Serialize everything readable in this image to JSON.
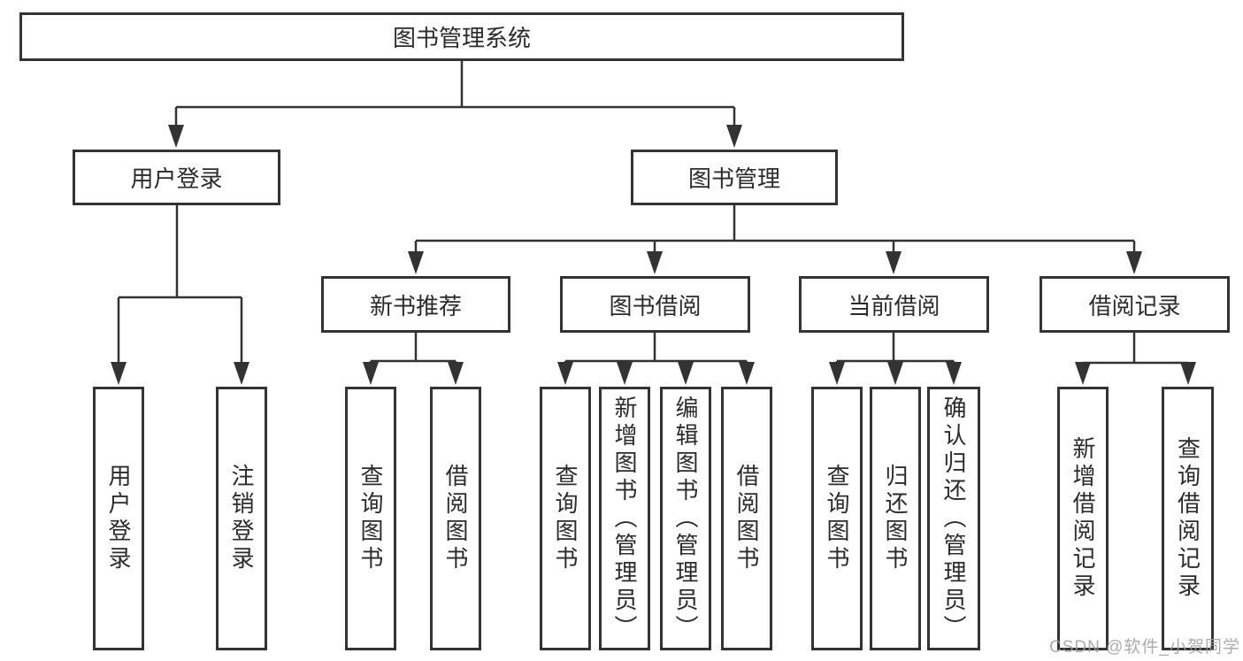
{
  "colors": {
    "line": "#333333",
    "box_border": "#333333",
    "box_fill": "#ffffff",
    "text": "#2b2b2b",
    "watermark_text_color": "#9e9e9e",
    "background": "#ffffff"
  },
  "watermark": {
    "text": "CSDN @软件_小贺同学"
  },
  "tree": {
    "label": "图书管理系统",
    "children": [
      {
        "label": "用户登录",
        "children": [
          {
            "label": "用户登录"
          },
          {
            "label": "注销登录"
          }
        ]
      },
      {
        "label": "图书管理",
        "children": [
          {
            "label": "新书推荐",
            "children": [
              {
                "label": "查询图书"
              },
              {
                "label": "借阅图书"
              }
            ]
          },
          {
            "label": "图书借阅",
            "children": [
              {
                "label": "查询图书"
              },
              {
                "label": "新增图书（管理员）"
              },
              {
                "label": "编辑图书（管理员）"
              },
              {
                "label": "借阅图书"
              }
            ]
          },
          {
            "label": "当前借阅",
            "children": [
              {
                "label": "查询图书"
              },
              {
                "label": "归还图书"
              },
              {
                "label": "确认归还（管理员）"
              }
            ]
          },
          {
            "label": "借阅记录",
            "children": [
              {
                "label": "新增借阅记录"
              },
              {
                "label": "查询借阅记录"
              }
            ]
          }
        ]
      }
    ]
  }
}
